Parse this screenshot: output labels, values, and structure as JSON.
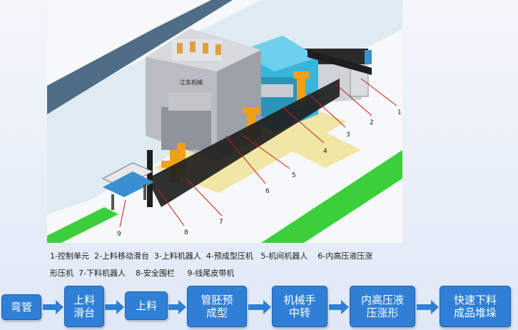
{
  "figure": {
    "callouts": [
      "1",
      "2",
      "3",
      "4",
      "5",
      "6",
      "7",
      "8",
      "9"
    ],
    "press_logo": "江东机械"
  },
  "legend": {
    "line1": "1-控制单元  2-上料移动滑台  3-上料机器人  4-预成型压机   5-机间机器人    6-内高压液压涨",
    "line2": "形压机  7-下料机器人    8-安全围栏     9-线尾皮带机"
  },
  "flow": {
    "steps": [
      "弯管",
      "上料\n滑台",
      "上料",
      "管胚预\n成型",
      "机械手\n中转",
      "内高压液\n压涨形",
      "快速下料\n成品堆垛"
    ]
  },
  "colors": {
    "flow_box": "#2f7fd6",
    "flow_arrow": "#2f7fd6",
    "press_gray": "#b9bcc2",
    "preform_press": "#39b5d9",
    "robot_orange": "#f0a018",
    "fence": "#1e1e1e",
    "floor_green": "#3ccf3c",
    "floor_yellow": "#f1e6a6"
  }
}
